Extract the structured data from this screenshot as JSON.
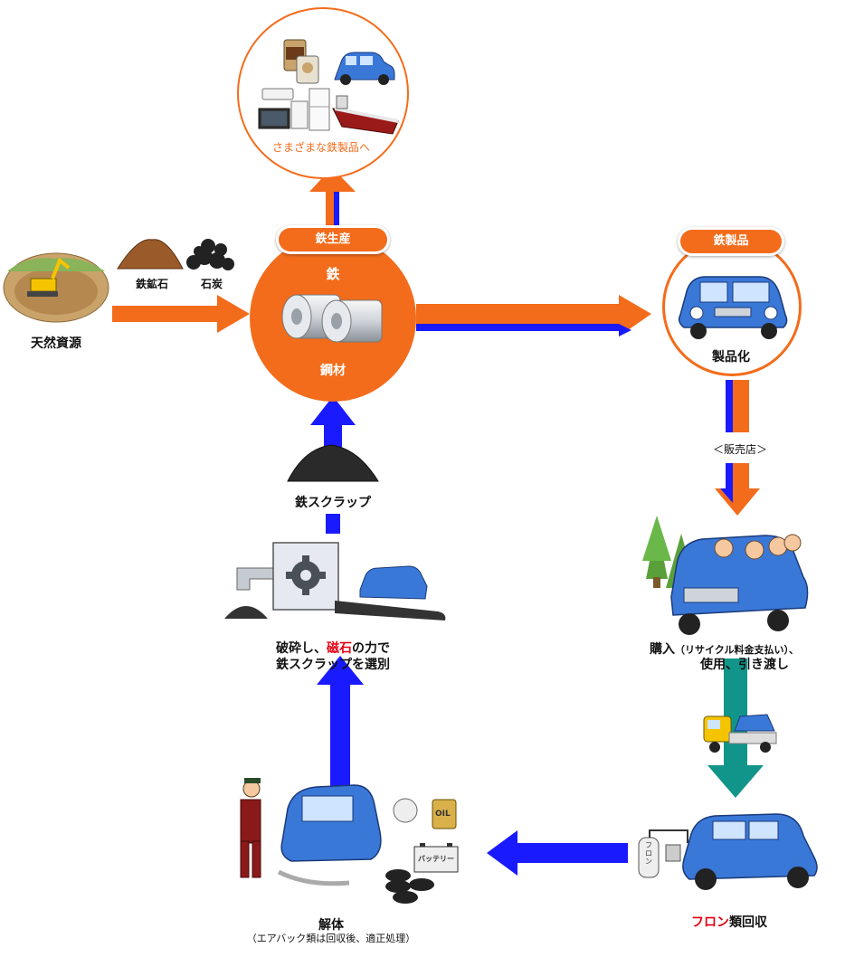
{
  "colors": {
    "orange": "#f36c1b",
    "blue": "#1a1aff",
    "teal": "#11958a",
    "red": "#e60012"
  },
  "top_circle": {
    "caption": "さまざまな鉄製品へ"
  },
  "natural_resources": {
    "label": "天然資源",
    "ore": "鉄鉱石",
    "coal": "石炭"
  },
  "steel_production": {
    "badge": "鉄生産",
    "title": "鉄",
    "subtitle": "鋼材"
  },
  "steel_products": {
    "badge": "鉄製品",
    "caption": "製品化"
  },
  "dealer": {
    "label": "＜販売店＞"
  },
  "purchase": {
    "line1_main": "購入",
    "line1_sub": "（リサイクル料金支払い）、",
    "line2": "使用、引き渡し"
  },
  "freon": {
    "highlight": "フロン",
    "rest": "類回収",
    "canister_text": "フロン"
  },
  "dismantle": {
    "label": "解体",
    "note": "（エアバック類は回収後、適正処理）",
    "oil_text": "OIL",
    "battery_text": "バッテリー"
  },
  "shredder": {
    "line1_pre": "破砕し、",
    "line1_highlight": "磁石",
    "line1_post": "の力で",
    "line2": "鉄スクラップを選別"
  },
  "scrap": {
    "label": "鉄スクラップ"
  }
}
